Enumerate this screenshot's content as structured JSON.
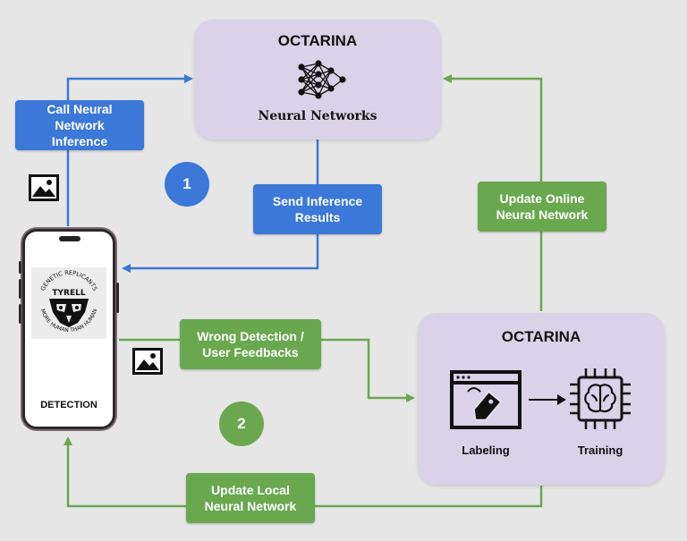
{
  "server_top": {
    "title": "OCTARINA",
    "subtitle": "Neural Networks"
  },
  "server_bottom": {
    "title": "OCTARINA",
    "labeling": "Labeling",
    "training": "Training"
  },
  "labels": {
    "call_inference": "Call Neural Network Inference",
    "send_results": "Send Inference Results",
    "update_online": "Update Online Neural Network",
    "wrong_detection": "Wrong Detection / User Feedbacks",
    "update_local": "Update Local Neural Network"
  },
  "steps": {
    "one": "1",
    "two": "2"
  },
  "phone": {
    "logo_top": "GENETIC REPLICANTS",
    "logo_name": "TYRELL",
    "logo_bottom": "MORE HUMAN THAN HUMAN",
    "screen_label": "DETECTION"
  },
  "colors": {
    "blue": "#3c78d8",
    "green": "#6aa84f",
    "panel": "#d9d2e9",
    "background": "#e6e6e6"
  }
}
